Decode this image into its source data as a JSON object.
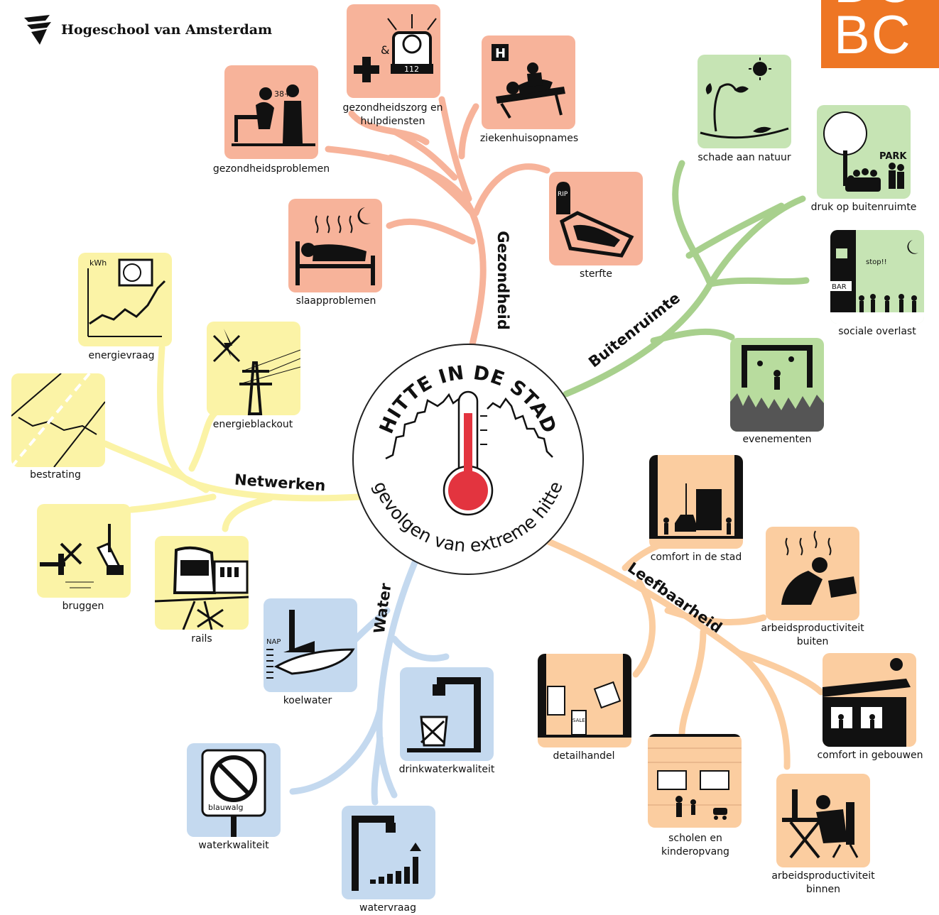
{
  "logo": {
    "text": "Hogeschool van Amsterdam"
  },
  "corner_logo": {
    "line1": "DC",
    "line2": "BC",
    "color": "#ee7624"
  },
  "center": {
    "top_text": "HITTE IN DE STAD",
    "bottom_text": "gevolgen van extreme hitte",
    "thermo_color": "#e3343f"
  },
  "colors": {
    "gezondheid": "#f7b39a",
    "buitenruimte": "#c6e4b4",
    "leefbaarheid": "#fbcda0",
    "water": "#c4d9ef",
    "netwerken": "#fbf3a6"
  },
  "branches": {
    "gezondheid": "Gezondheid",
    "buitenruimte": "Buitenruimte",
    "leefbaarheid": "Leefbaarheid",
    "water": "Water",
    "netwerken": "Netwerken"
  },
  "items": {
    "gezondheidsproblemen": {
      "label": "gezondheidsproblemen",
      "icon": "doctor-patient-icon"
    },
    "gezondheidszorg": {
      "label_line1": "gezondheidszorg en",
      "label_line2": "hulpdiensten",
      "icon": "siren-icon",
      "icon_text": "112",
      "amp": "&"
    },
    "ziekenhuisopnames": {
      "label": "ziekenhuisopnames",
      "icon": "hospital-bed-icon",
      "icon_text": "H"
    },
    "slaapproblemen": {
      "label": "slaapproblemen",
      "icon": "bed-icon"
    },
    "sterfte": {
      "label": "sterfte",
      "icon": "coffin-icon",
      "icon_text": "RIP"
    },
    "schade_natuur": {
      "label": "schade aan natuur",
      "icon": "wilted-plant-icon"
    },
    "druk_buitenruimte": {
      "label": "druk op buitenruimte",
      "icon": "park-crowd-icon",
      "icon_text": "PARK"
    },
    "sociale_overlast": {
      "label": "sociale overlast",
      "icon": "noisy-bar-icon",
      "icon_text": "BAR",
      "icon_text2": "stop!!"
    },
    "evenementen": {
      "label": "evenementen",
      "icon": "concert-icon"
    },
    "comfort_stad": {
      "label": "comfort in de stad",
      "icon": "street-heat-icon"
    },
    "arbeid_buiten": {
      "label_line1": "arbeidsproductiviteit",
      "label_line2": "buiten",
      "icon": "outdoor-worker-icon"
    },
    "comfort_gebouwen": {
      "label": "comfort in gebouwen",
      "icon": "hot-building-icon"
    },
    "detailhandel": {
      "label": "detailhandel",
      "icon": "shop-icon",
      "icon_text": "SALE"
    },
    "scholen": {
      "label_line1": "scholen en",
      "label_line2": "kinderopvang",
      "icon": "school-icon"
    },
    "arbeid_binnen": {
      "label_line1": "arbeidsproductiviteit",
      "label_line2": "binnen",
      "icon": "office-worker-icon"
    },
    "koelwater": {
      "label": "koelwater",
      "icon": "cooling-water-icon",
      "icon_text": "NAP"
    },
    "drinkwater": {
      "label": "drinkwaterkwaliteit",
      "icon": "tap-glass-icon"
    },
    "waterkwaliteit": {
      "label": "waterkwaliteit",
      "icon": "no-swimming-icon",
      "icon_text": "blauwalg"
    },
    "watervraag": {
      "label": "watervraag",
      "icon": "water-demand-icon"
    },
    "energievraag": {
      "label": "energievraag",
      "icon": "energy-graph-icon",
      "icon_text": "kWh"
    },
    "energieblackout": {
      "label": "energieblackout",
      "icon": "power-pylon-icon"
    },
    "bestrating": {
      "label": "bestrating",
      "icon": "cracked-road-icon"
    },
    "bruggen": {
      "label": "bruggen",
      "icon": "bridge-icon"
    },
    "rails": {
      "label": "rails",
      "icon": "tram-icon"
    }
  }
}
